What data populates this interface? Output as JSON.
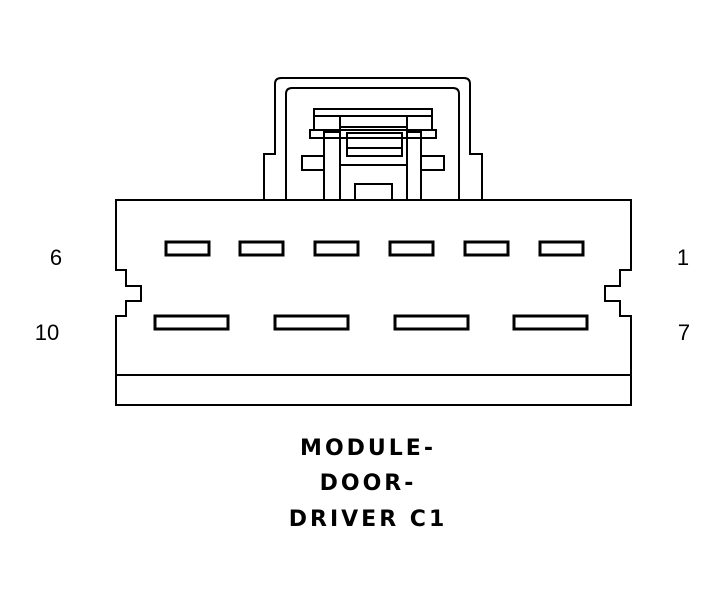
{
  "pin_labels": {
    "top_left": "6",
    "top_right": "1",
    "bottom_left": "10",
    "bottom_right": "7"
  },
  "title_lines": [
    "MODULE-",
    "DOOR-",
    "DRIVER C1"
  ],
  "pins": {
    "top_row_count": 6,
    "bottom_row_count": 4
  }
}
